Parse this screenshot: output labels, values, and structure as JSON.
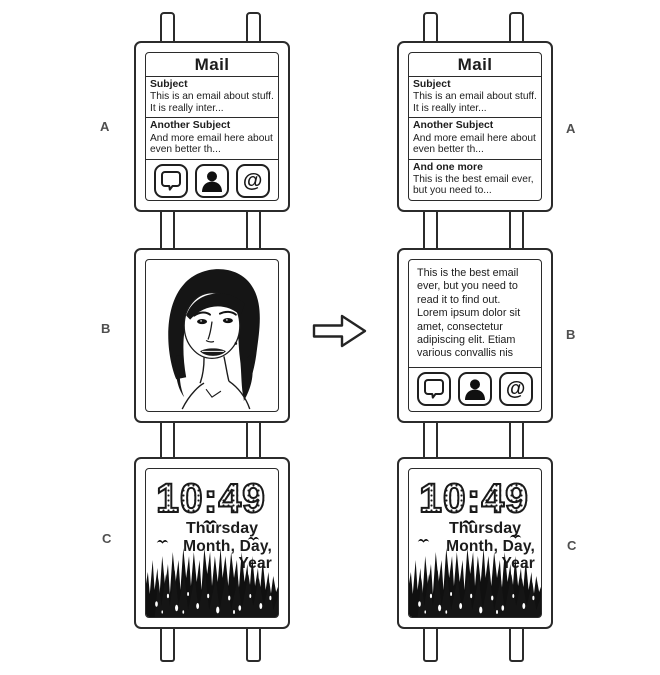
{
  "colors": {
    "line": "#2b2b2b",
    "label": "#4f4f4f",
    "ink": "#1c1c1c"
  },
  "labels": {
    "left": [
      "A",
      "B",
      "C"
    ],
    "right": [
      "A",
      "B",
      "C"
    ]
  },
  "glyphs": {
    "at": "@"
  },
  "left": {
    "mail": {
      "title": "Mail",
      "emails": [
        {
          "subject": "Subject",
          "snippet": "This is an email about stuff. It is really inter..."
        },
        {
          "subject": "Another Subject",
          "snippet": "And more email here about even better th..."
        }
      ],
      "dock_icons": [
        "chat-bubble-icon",
        "contact-icon",
        "at-icon"
      ]
    },
    "portrait": {
      "description": "line-art portrait of a woman"
    },
    "clock": {
      "time": "10:49",
      "day": "Thursday",
      "date": "Month, Day, Year"
    }
  },
  "right": {
    "mail": {
      "title": "Mail",
      "emails": [
        {
          "subject": "Subject",
          "snippet": "This is an email about stuff. It is really inter..."
        },
        {
          "subject": "Another Subject",
          "snippet": "And more email here about even better th..."
        },
        {
          "subject": "And one more",
          "snippet": "This is the best email ever, but you need to..."
        }
      ]
    },
    "reader": {
      "body": "This is the best email ever, but you need to read it to find out. Lorem ipsum dolor sit amet, consectetur adipiscing elit. Etiam various convallis nis",
      "dock_icons": [
        "chat-bubble-icon",
        "contact-icon",
        "at-icon"
      ]
    },
    "clock": {
      "time": "10:49",
      "day": "Thursday",
      "date": "Month, Day, Year"
    }
  }
}
